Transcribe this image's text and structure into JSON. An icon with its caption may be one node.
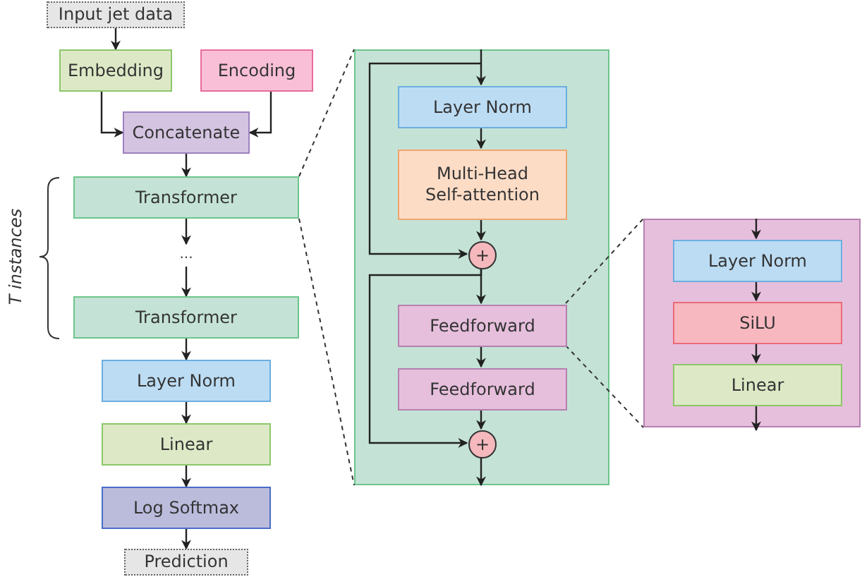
{
  "diagram": {
    "nodes": [
      {
        "text": [
          "Input jet data"
        ]
      },
      {
        "text": [
          "Embedding"
        ]
      },
      {
        "text": [
          "Encoding"
        ]
      },
      {
        "text": [
          "Concatenate"
        ]
      },
      {
        "text": [
          "Transformer"
        ]
      },
      {
        "text": [
          "..."
        ]
      },
      {
        "text": [
          "Transformer"
        ]
      },
      {
        "text": [
          "Layer Norm"
        ]
      },
      {
        "text": [
          "Linear"
        ]
      },
      {
        "text": [
          "Log Softmax"
        ]
      },
      {
        "text": [
          "Prediction"
        ]
      },
      {
        "text": [],
        "shape": "box"
      },
      {
        "text": [
          "Layer Norm"
        ],
        "in": 11
      },
      {
        "text": [
          "Multi-Head Self-attention"
        ],
        "in": 11
      },
      {
        "text": [
          "+"
        ],
        "in": 11
      },
      {
        "text": [
          "Feedforward"
        ],
        "in": 11
      },
      {
        "text": [
          "Feedforward"
        ],
        "in": 11
      },
      {
        "text": [
          "+"
        ],
        "in": 11
      },
      {
        "text": [],
        "shape": "box"
      },
      {
        "text": [
          "Layer Norm"
        ],
        "in": 18
      },
      {
        "text": [
          "SiLU"
        ],
        "in": 18
      },
      {
        "text": [
          "Linear"
        ],
        "in": 18
      }
    ],
    "edges": [
      {
        "from": 0,
        "to": 1,
        "arrow": "to"
      },
      {
        "from": 1,
        "to": 3,
        "arrow": "to"
      },
      {
        "from": 2,
        "to": 3,
        "arrow": "to"
      },
      {
        "from": 3,
        "to": 4,
        "arrow": "to"
      },
      {
        "from": 4,
        "to": 5,
        "arrow": "to"
      },
      {
        "from": 5,
        "to": 6,
        "arrow": "to"
      },
      {
        "from": 6,
        "to": 7,
        "arrow": "to"
      },
      {
        "from": 7,
        "to": 8,
        "arrow": "to"
      },
      {
        "from": 8,
        "to": 9,
        "arrow": "to"
      },
      {
        "from": 9,
        "to": 10,
        "arrow": "to"
      },
      {
        "from": 4,
        "to": 11,
        "arrow": "none",
        "style": "dashed"
      },
      {
        "from": 4,
        "to": 11,
        "arrow": "none",
        "style": "dashed"
      },
      {
        "from": null,
        "to": 12,
        "arrow": "to"
      },
      {
        "from": 12,
        "to": 13,
        "arrow": "to"
      },
      {
        "from": 13,
        "to": 14,
        "arrow": "to"
      },
      {
        "from": null,
        "to": 14,
        "arrow": "to"
      },
      {
        "from": 14,
        "to": 15,
        "arrow": "to"
      },
      {
        "from": 14,
        "to": 17,
        "arrow": "to"
      },
      {
        "from": 15,
        "to": 16,
        "arrow": "to"
      },
      {
        "from": 16,
        "to": 17,
        "arrow": "to"
      },
      {
        "from": 17,
        "to": null,
        "arrow": "to"
      },
      {
        "from": 15,
        "to": 18,
        "arrow": "none",
        "style": "dashed"
      },
      {
        "from": 15,
        "to": 18,
        "arrow": "none",
        "style": "dashed"
      },
      {
        "from": null,
        "to": 19,
        "arrow": "to"
      },
      {
        "from": 19,
        "to": 20,
        "arrow": "to"
      },
      {
        "from": 20,
        "to": 21,
        "arrow": "to"
      },
      {
        "from": 21,
        "to": null,
        "arrow": "to"
      }
    ],
    "labels": [
      "T instances"
    ]
  }
}
